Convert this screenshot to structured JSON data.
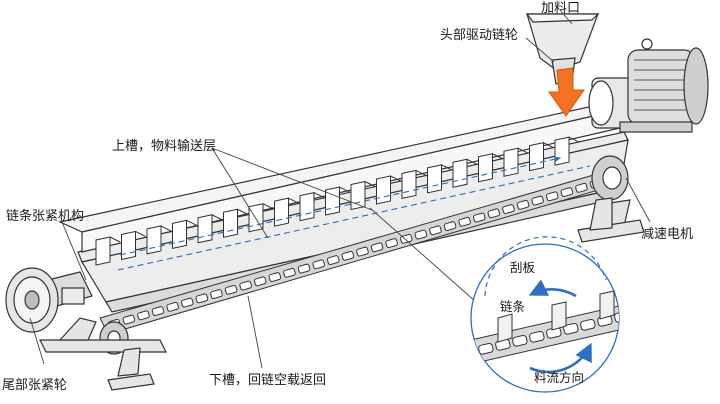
{
  "labels": {
    "feed_inlet": "加料口",
    "head_sprocket": "头部驱动链轮",
    "upper_trough": "上槽，物料输送层",
    "tension_mechanism": "链条张紧机构",
    "reducer_motor": "减速电机",
    "lower_trough": "下槽，回链空载返回",
    "tail_sprocket": "尾部张紧轮"
  },
  "inset": {
    "scraper": "刮板",
    "chain": "链条",
    "flow_direction": "料流方向"
  },
  "colors": {
    "feed_arrow": "#f27221",
    "inset_arrows": "#2f6fc2",
    "flow_path": "#2b6cc4",
    "frame": "#333333"
  }
}
